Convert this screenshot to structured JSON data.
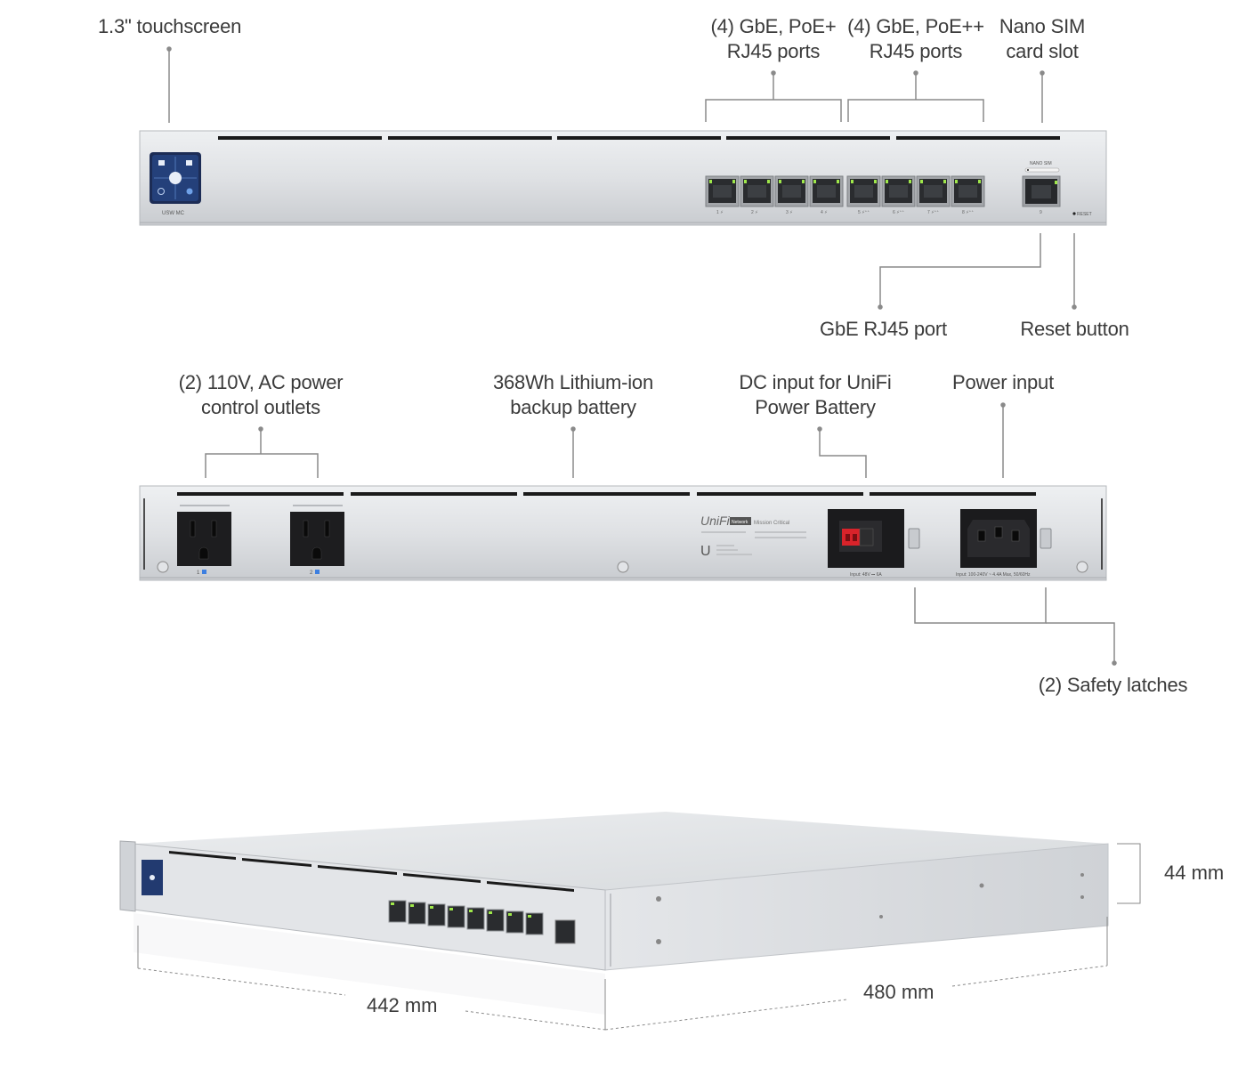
{
  "front_view": {
    "callouts": {
      "touchscreen": "1.3\" touchscreen",
      "poe_plus": "(4) GbE, PoE+\nRJ45 ports",
      "poe_plus_plus": "(4) GbE, PoE++\nRJ45 ports",
      "nano_sim": "Nano SIM\ncard slot",
      "gbe_port": "GbE RJ45 port",
      "reset_button": "Reset button"
    },
    "device_labels": {
      "model": "USW MC",
      "nano_sim": "NANO SIM",
      "reset": "RESET",
      "port_numbers": [
        "1 ⚡",
        "2 ⚡",
        "3 ⚡",
        "4 ⚡",
        "5 ⚡⁺⁺",
        "6 ⚡⁺⁺",
        "7 ⚡⁺⁺",
        "8 ⚡⁺⁺"
      ],
      "uplink_number": "9"
    }
  },
  "rear_view": {
    "callouts": {
      "ac_outlets": "(2) 110V, AC power\ncontrol outlets",
      "battery": "368Wh Lithium-ion\nbackup battery",
      "dc_input": "DC input for UniFi\nPower Battery",
      "power_input": "Power input",
      "safety_latches": "(2) Safety latches"
    },
    "device_labels": {
      "outlet_1": "1",
      "outlet_2": "2",
      "brand": "UniFi",
      "brand_tag": "Network",
      "brand_sub": "Mission Critical",
      "dc_rating": "Input: 48V ⎓ 6A",
      "ac_rating": "Input: 100-240V ~ 4.4A Max, 50/60Hz"
    }
  },
  "iso_view": {
    "dimensions": {
      "height": "44 mm",
      "width": "442 mm",
      "depth": "480 mm"
    }
  },
  "colors": {
    "chassis": "#d9dbde",
    "chassis_edge": "#b9bcc0",
    "port_led_green": "#9fe84a",
    "screen_blue": "#2a4a8a",
    "leader_line": "#8a8a8a",
    "dc_connector_red": "#d8232a"
  }
}
